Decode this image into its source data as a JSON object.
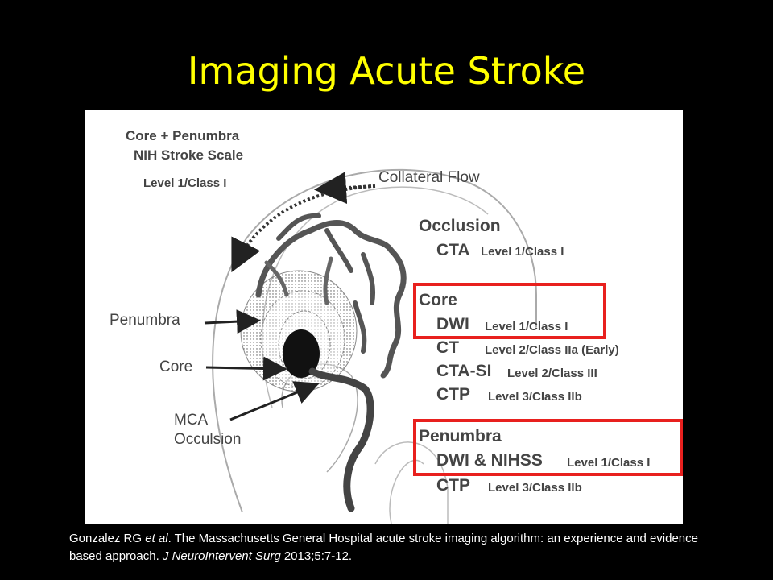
{
  "slide": {
    "title": "Imaging Acute Stroke"
  },
  "figure": {
    "top_left": {
      "line1": "Core + Penumbra",
      "line2": "NIH Stroke Scale",
      "line3": "Level 1/Class I"
    },
    "collateral_flow": "Collateral Flow",
    "left_labels": {
      "penumbra": "Penumbra",
      "core": "Core",
      "mca_line1": "MCA",
      "mca_line2": "Occulsion"
    },
    "occlusion": {
      "heading": "Occlusion",
      "cta": "CTA",
      "cta_level": "Level 1/Class I"
    },
    "core": {
      "heading": "Core",
      "rows": [
        {
          "modality": "DWI",
          "level": "Level 1/Class I"
        },
        {
          "modality": "CT",
          "level": "Level 2/Class IIa (Early)"
        },
        {
          "modality": "CTA-SI",
          "level": "Level 2/Class III"
        },
        {
          "modality": "CTP",
          "level": "Level 3/Class IIb"
        }
      ]
    },
    "penumbra": {
      "heading": "Penumbra",
      "rows": [
        {
          "modality": "DWI & NIHSS",
          "level": "Level 1/Class I"
        },
        {
          "modality": "CTP",
          "level": "Level 3/Class IIb"
        }
      ]
    },
    "highlight_color": "#e8201e"
  },
  "citation": {
    "authors": "Gonzalez RG ",
    "etal": "et al",
    "title_text": ". The Massachusetts General Hospital acute stroke imaging algorithm: an experience and evidence based approach. ",
    "journal": "J NeuroIntervent Surg",
    "year_ref": " 2013;5:7-12."
  }
}
